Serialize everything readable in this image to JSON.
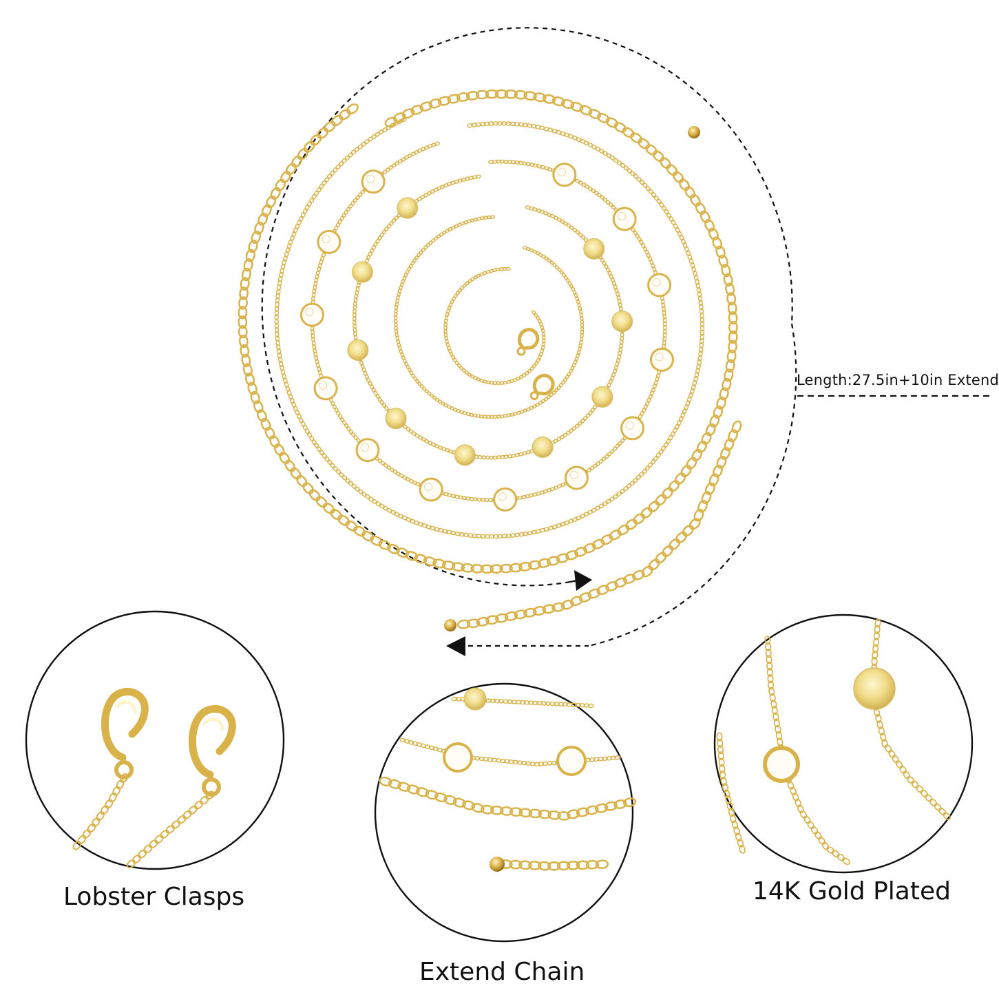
{
  "main_view": {
    "length_label": "Length:27.5in+10in Extend"
  },
  "details": [
    {
      "label": "Lobster Clasps"
    },
    {
      "label": "Extend Chain"
    },
    {
      "label": "14K Gold Plated"
    }
  ],
  "colors": {
    "background": "#ffffff",
    "outline": "#111111",
    "gold": "#d9b24a",
    "gold_light": "#f1da8c",
    "gold_dark": "#a37a1c"
  }
}
